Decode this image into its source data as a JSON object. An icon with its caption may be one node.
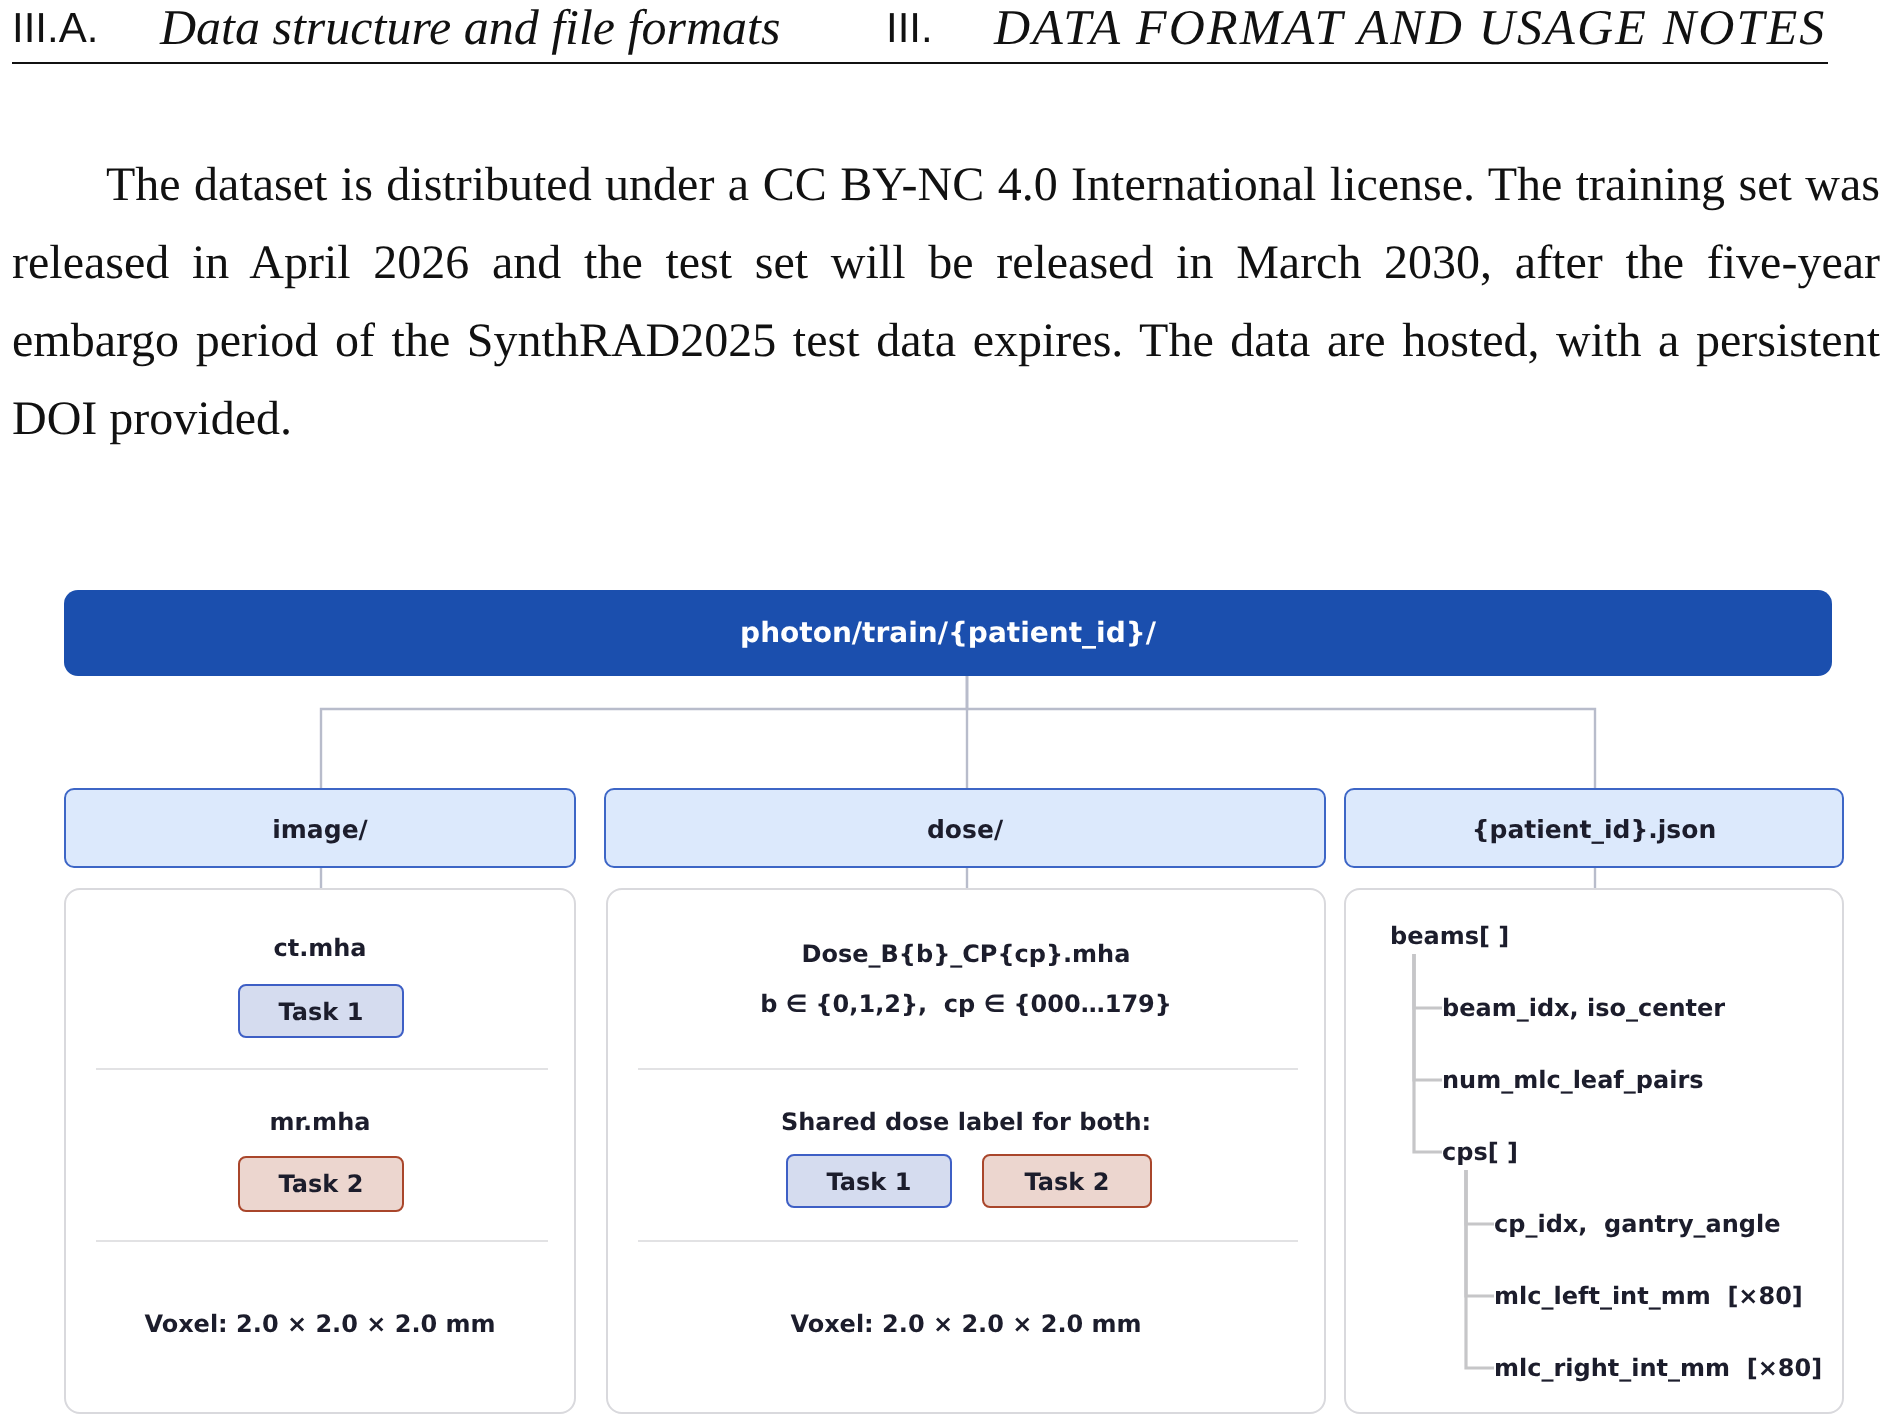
{
  "diagram": {
    "nodes": [
      {
        "text": [
          "photon/train/{patient_id}/"
        ]
      },
      {
        "text": [
          "image/"
        ]
      },
      {
        "text": [
          "dose/"
        ]
      },
      {
        "text": [
          "{patient_id}.json"
        ]
      },
      {
        "text": [
          "ct.mha",
          "mr.mha",
          "Voxel: 2.0 × 2.0 × 2.0 mm"
        ]
      },
      {
        "text": [
          "Task 1"
        ],
        "in": 4
      },
      {
        "text": [
          "Task 2"
        ],
        "in": 4
      },
      {
        "text": [
          "Dose_B{b}_CP{cp}.mha",
          "b ∈ {0,1,2},  cp ∈ {000…179}",
          "Shared dose label for both:",
          "Voxel: 2.0 × 2.0 × 2.0 mm"
        ]
      },
      {
        "text": [
          "Task 1"
        ],
        "in": 7
      },
      {
        "text": [
          "Task 2"
        ],
        "in": 7
      },
      {
        "text": [],
        "shape": "box"
      },
      {
        "text": [
          "beams[ ]"
        ],
        "in": 10
      },
      {
        "text": [
          "beam_idx, iso_center"
        ],
        "in": 10
      },
      {
        "text": [
          "num_mlc_leaf_pairs"
        ],
        "in": 10
      },
      {
        "text": [
          "cps[ ]"
        ],
        "in": 10
      },
      {
        "text": [
          "cp_idx,  gantry_angle"
        ],
        "in": 10
      },
      {
        "text": [
          "mlc_left_int_mm  [×80]"
        ],
        "in": 10
      },
      {
        "text": [
          "mlc_right_int_mm  [×80]"
        ],
        "in": 10
      }
    ],
    "edges": [
      {
        "from": 0,
        "to": 1,
        "arrow": "none"
      },
      {
        "from": 0,
        "to": 2,
        "arrow": "none"
      },
      {
        "from": 0,
        "to": 3,
        "arrow": "none"
      },
      {
        "from": 1,
        "to": 4,
        "arrow": "none"
      },
      {
        "from": 2,
        "to": 7,
        "arrow": "none"
      },
      {
        "from": 3,
        "to": 10,
        "arrow": "none"
      },
      {
        "from": 11,
        "to": 12,
        "arrow": "none"
      },
      {
        "from": 11,
        "to": 13,
        "arrow": "none"
      },
      {
        "from": 11,
        "to": 14,
        "arrow": "none"
      },
      {
        "from": 14,
        "to": 15,
        "arrow": "none"
      },
      {
        "from": 14,
        "to": 16,
        "arrow": "none"
      },
      {
        "from": 14,
        "to": 17,
        "arrow": "none"
      }
    ],
    "labels": [
      "III.A.",
      "Data structure and file formats",
      "III.",
      "DATA FORMAT AND USAGE NOTES",
      "The dataset is distributed under a CC BY-NC 4.0 International license. The training set was released in April 2026 and the test set will be released in March 2030, after the five-year embargo period of the SynthRAD2025 test data expires. The data are hosted, with a persistent DOI provided."
    ]
  }
}
